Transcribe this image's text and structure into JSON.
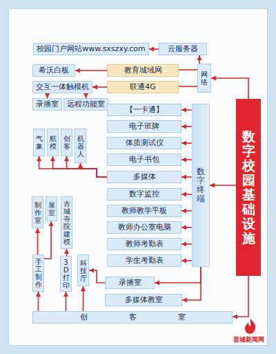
{
  "diagram": {
    "nodes": [
      {
        "text": [
          "校园门户网站www.sxszxy.com"
        ]
      },
      {
        "text": [
          "云服务器"
        ]
      },
      {
        "text": [
          "希沃白板"
        ]
      },
      {
        "text": [
          "教育城域网"
        ]
      },
      {
        "text": [
          "网络"
        ]
      },
      {
        "text": [
          "交互一体触模机"
        ]
      },
      {
        "text": [
          "联通4G"
        ]
      },
      {
        "text": [
          "录播室"
        ]
      },
      {
        "text": [
          "远程功能室"
        ]
      },
      {
        "text": [
          "【一卡通】"
        ]
      },
      {
        "text": [
          "数字校园基础设施"
        ]
      },
      {
        "text": [
          "电子班牌"
        ]
      },
      {
        "text": [
          "气象"
        ]
      },
      {
        "text": [
          "航模"
        ]
      },
      {
        "text": [
          "创客"
        ]
      },
      {
        "text": [
          "机器人"
        ]
      },
      {
        "text": [
          "体质测试仪"
        ]
      },
      {
        "text": [
          "数字终端"
        ]
      },
      {
        "text": [
          "电子书包"
        ]
      },
      {
        "text": [
          "多媒体"
        ]
      },
      {
        "text": [
          "数字监控"
        ]
      },
      {
        "text": [
          "制作室"
        ]
      },
      {
        "text": [
          "展室"
        ]
      },
      {
        "text": [
          "古城寺院建模"
        ]
      },
      {
        "text": [
          "教师教学平板"
        ]
      },
      {
        "text": [
          "教师办公室电脑"
        ]
      },
      {
        "text": [
          "手工制作"
        ]
      },
      {
        "text": [
          "3D打印"
        ]
      },
      {
        "text": [
          "科技厅"
        ]
      },
      {
        "text": [
          "教师考勤表"
        ]
      },
      {
        "text": [
          "学生考勤表"
        ]
      },
      {
        "text": [
          "录播室"
        ]
      },
      {
        "text": [
          "多媒体教室"
        ]
      },
      {
        "text": [
          "创客室"
        ]
      }
    ],
    "edges": [
      {
        "from": 1,
        "to": 0,
        "arrow": "to"
      },
      {
        "from": 4,
        "to": 1,
        "arrow": "to"
      },
      {
        "from": 3,
        "to": 4,
        "arrow": "none"
      },
      {
        "from": 6,
        "to": 4,
        "arrow": "none"
      },
      {
        "from": 3,
        "to": 2,
        "arrow": "to"
      },
      {
        "from": 6,
        "to": 5,
        "arrow": "to"
      },
      {
        "from": 5,
        "to": 7,
        "arrow": "to"
      },
      {
        "from": 5,
        "to": 8,
        "arrow": "to"
      },
      {
        "from": 10,
        "to": 4,
        "arrow": "to"
      },
      {
        "from": 10,
        "to": 17,
        "arrow": "to"
      },
      {
        "from": 17,
        "to": 9,
        "arrow": "to"
      },
      {
        "from": 17,
        "to": 11,
        "arrow": "to"
      },
      {
        "from": 17,
        "to": 16,
        "arrow": "to"
      },
      {
        "from": 17,
        "to": 18,
        "arrow": "to"
      },
      {
        "from": 17,
        "to": 19,
        "arrow": "to"
      },
      {
        "from": 17,
        "to": 20,
        "arrow": "to"
      },
      {
        "from": 17,
        "to": 24,
        "arrow": "to"
      },
      {
        "from": 17,
        "to": 25,
        "arrow": "to"
      },
      {
        "from": 17,
        "to": 29,
        "arrow": "to"
      },
      {
        "from": 17,
        "to": 30,
        "arrow": "to"
      },
      {
        "from": 19,
        "to": 12,
        "arrow": "to"
      },
      {
        "from": 19,
        "to": 13,
        "arrow": "to"
      },
      {
        "from": 19,
        "to": 14,
        "arrow": "to"
      },
      {
        "from": 19,
        "to": 15,
        "arrow": "to"
      },
      {
        "from": 17,
        "to": 31,
        "arrow": "to"
      },
      {
        "from": 17,
        "to": 32,
        "arrow": "to"
      },
      {
        "from": 10,
        "to": 33,
        "arrow": "to"
      },
      {
        "from": 33,
        "to": 26,
        "arrow": "to"
      },
      {
        "from": 33,
        "to": 27,
        "arrow": "to"
      },
      {
        "from": 33,
        "to": 28,
        "arrow": "to"
      },
      {
        "from": 26,
        "to": 21,
        "arrow": "to"
      },
      {
        "from": 26,
        "to": 22,
        "arrow": "to"
      },
      {
        "from": 27,
        "to": 23,
        "arrow": "to"
      },
      {
        "from": 31,
        "to": 28,
        "arrow": "to"
      }
    ],
    "labels": [
      "晋城新闻网"
    ]
  }
}
